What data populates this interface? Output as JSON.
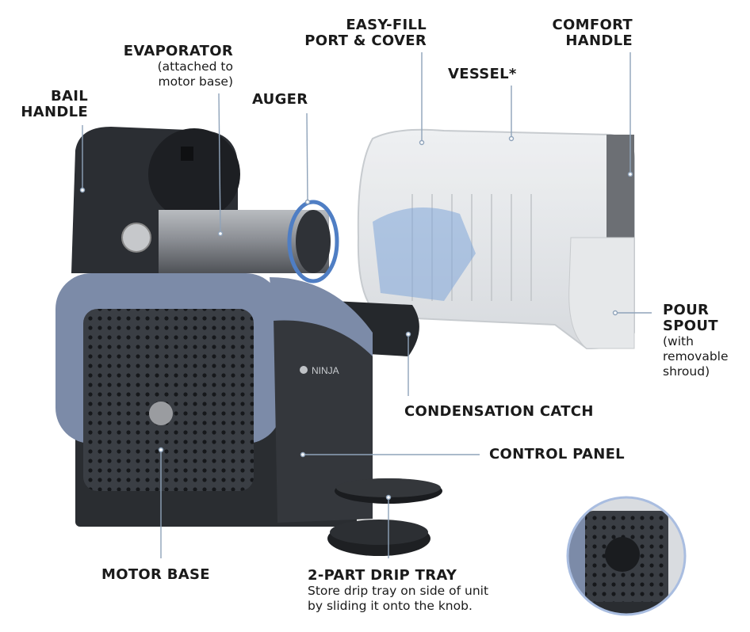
{
  "labels": {
    "evaporator": {
      "title": "EVAPORATOR",
      "note_line1": "(attached to",
      "note_line2": "motor base)"
    },
    "bail_handle": {
      "line1": "BAIL",
      "line2": "HANDLE"
    },
    "auger": {
      "title": "AUGER"
    },
    "easy_fill": {
      "line1": "EASY-FILL",
      "line2": "PORT & COVER"
    },
    "vessel": {
      "title": "VESSEL*"
    },
    "comfort_handle": {
      "line1": "COMFORT",
      "line2": "HANDLE"
    },
    "pour_spout": {
      "line1": "POUR",
      "line2": "SPOUT",
      "note_line1": "(with",
      "note_line2": "removable",
      "note_line3": "shroud)"
    },
    "condensation_catch": {
      "title": "CONDENSATION CATCH"
    },
    "control_panel": {
      "title": "CONTROL PANEL"
    },
    "motor_base": {
      "title": "MOTOR BASE"
    },
    "drip_tray": {
      "title": "2-PART DRIP TRAY",
      "note_line1": "Store drip tray on side of unit",
      "note_line2": "by sliding it onto the knob."
    }
  },
  "brand_mark": "NINJA",
  "colors": {
    "leader": "#8fa3ba",
    "base_accent": "#7c8ba8",
    "dark": "#2e3136",
    "inset_border": "#a9bde0"
  }
}
